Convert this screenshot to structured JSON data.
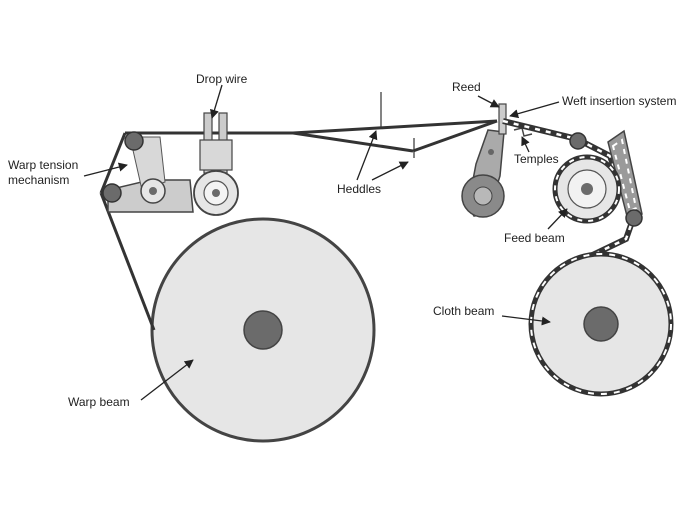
{
  "labels": {
    "drop_wire": "Drop wire",
    "warp_tension_line1": "Warp tension",
    "warp_tension_line2": "mechanism",
    "heddles": "Heddles",
    "reed": "Reed",
    "weft_insertion": "Weft insertion system",
    "temples": "Temples",
    "feed_beam": "Feed beam",
    "cloth_beam": "Cloth beam",
    "warp_beam": "Warp beam"
  },
  "colors": {
    "outline": "#444444",
    "beam_fill": "#e6e6e6",
    "hub_fill": "#6b6b6b",
    "mechanism_fill": "#cccccc",
    "yarn": "#333333",
    "cloth_dash": "#ffffff"
  }
}
